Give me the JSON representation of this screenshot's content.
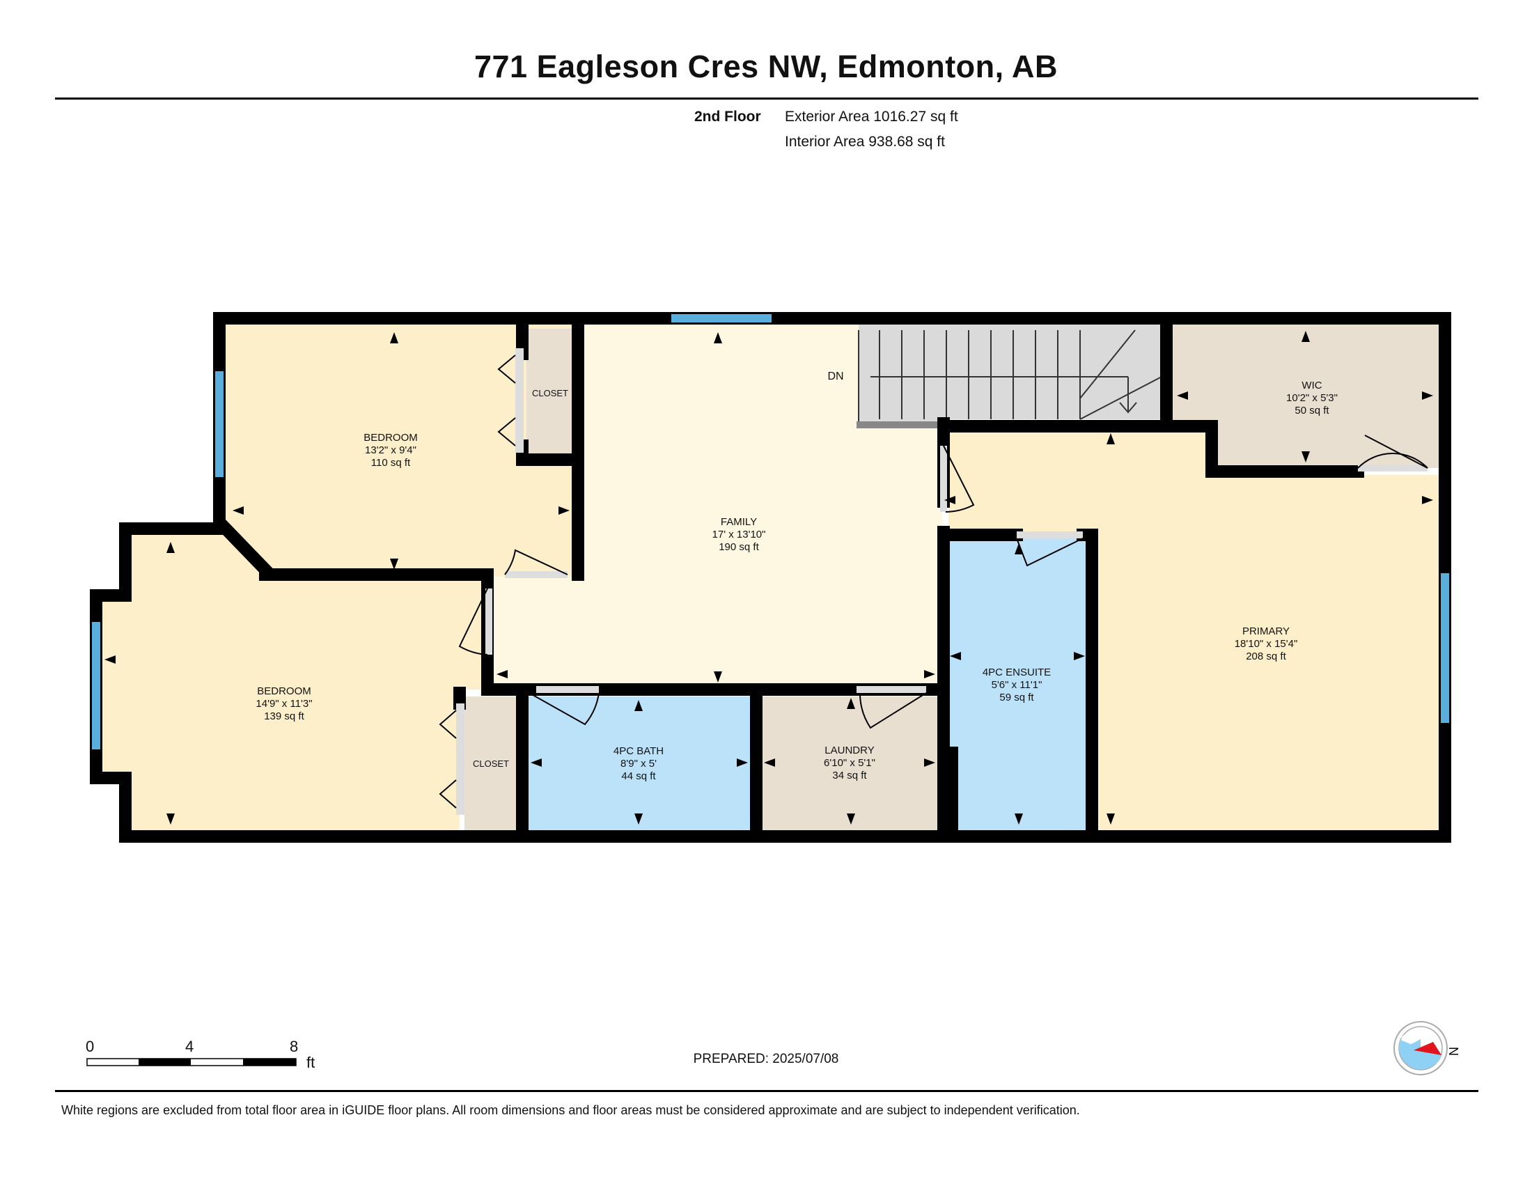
{
  "header": {
    "title": "771 Eagleson Cres NW, Edmonton, AB",
    "floor": "2nd Floor",
    "exterior_area": "Exterior Area 1016.27 sq ft",
    "interior_area": "Interior Area 938.68 sq ft"
  },
  "rooms": {
    "bedroom1": {
      "name": "BEDROOM",
      "dims": "13'2\" x 9'4\"",
      "area": "110 sq ft"
    },
    "bedroom2": {
      "name": "BEDROOM",
      "dims": "14'9\" x 11'3\"",
      "area": "139 sq ft"
    },
    "family": {
      "name": "FAMILY",
      "dims": "17' x 13'10\"",
      "area": "190 sq ft"
    },
    "wic": {
      "name": "WIC",
      "dims": "10'2\" x 5'3\"",
      "area": "50 sq ft"
    },
    "primary": {
      "name": "PRIMARY",
      "dims": "18'10\" x 15'4\"",
      "area": "208 sq ft"
    },
    "ensuite": {
      "name": "4PC ENSUITE",
      "dims": "5'6\" x 11'1\"",
      "area": "59 sq ft"
    },
    "bath": {
      "name": "4PC BATH",
      "dims": "8'9\" x 5'",
      "area": "44 sq ft"
    },
    "laundry": {
      "name": "LAUNDRY",
      "dims": "6'10\" x 5'1\"",
      "area": "34 sq ft"
    },
    "closet1": {
      "name": "CLOSET"
    },
    "closet2": {
      "name": "CLOSET"
    }
  },
  "stairs_label": "DN",
  "scale": {
    "ticks": [
      "0",
      "4",
      "8"
    ],
    "unit": "ft"
  },
  "prepared": "PREPARED: 2025/07/08",
  "compass_label": "N",
  "footer": "White regions are excluded from total floor area in iGUIDE floor plans. All room dimensions and floor areas must be considered approximate and are subject to independent verification.",
  "colors": {
    "bedroom": "#FDEFC9",
    "family": "#FEF7E1",
    "utility": "#E8DFD1",
    "bath": "#BCE2FA",
    "wall": "#000000",
    "window": "#5AAEDB",
    "stairs": "#DADADA"
  }
}
